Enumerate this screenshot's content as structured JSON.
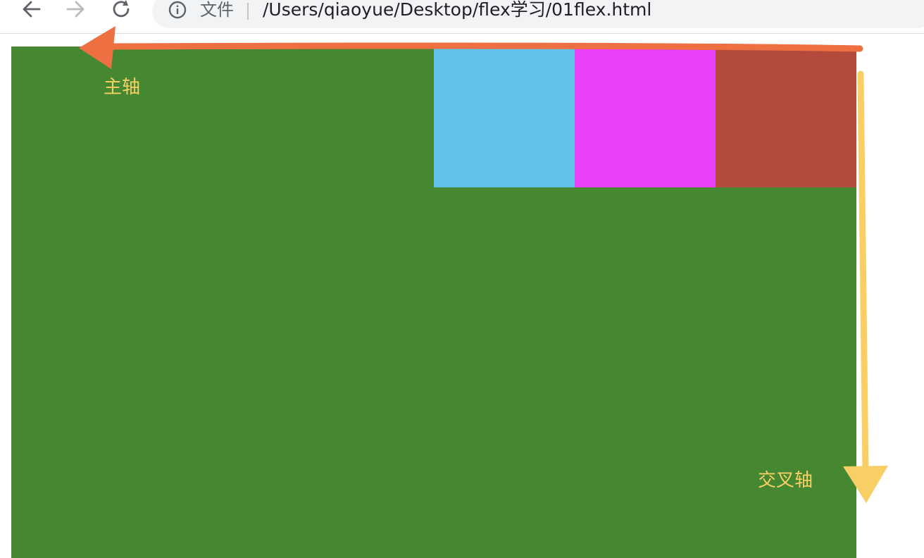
{
  "browser": {
    "scheme_label": "文件",
    "url": "/Users/qiaoyue/Desktop/flex学习/01flex.html",
    "icons": {
      "back": "arrow-left-icon",
      "forward": "arrow-right-icon",
      "reload": "reload-icon",
      "info": "info-icon"
    }
  },
  "page": {
    "container_color": "#458831",
    "items": [
      {
        "color": "#b34a3c"
      },
      {
        "color": "#ea3ef7"
      },
      {
        "color": "#62c1ea"
      }
    ],
    "annotations": {
      "main_axis_label": "主轴",
      "cross_axis_label": "交叉轴",
      "main_axis_color": "#ee7042",
      "cross_axis_color": "#f7cf65"
    }
  }
}
